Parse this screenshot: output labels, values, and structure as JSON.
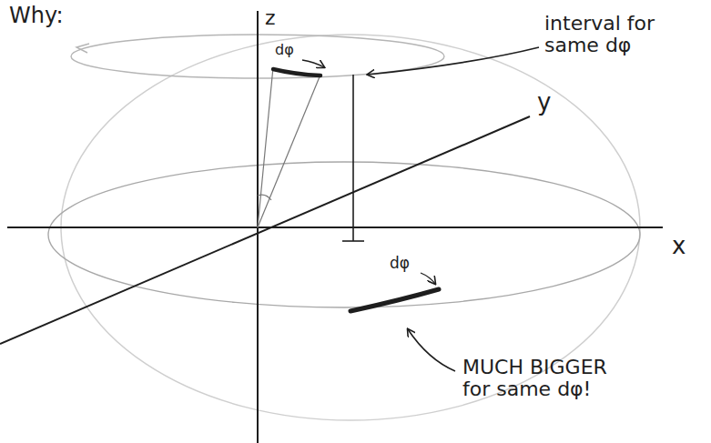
{
  "diagram": {
    "labels": [
      "Why:",
      "z",
      "y",
      "x",
      "dφ",
      "interval for same dφ",
      "dφ",
      "MUCH BIGGER for same dφ!"
    ]
  }
}
